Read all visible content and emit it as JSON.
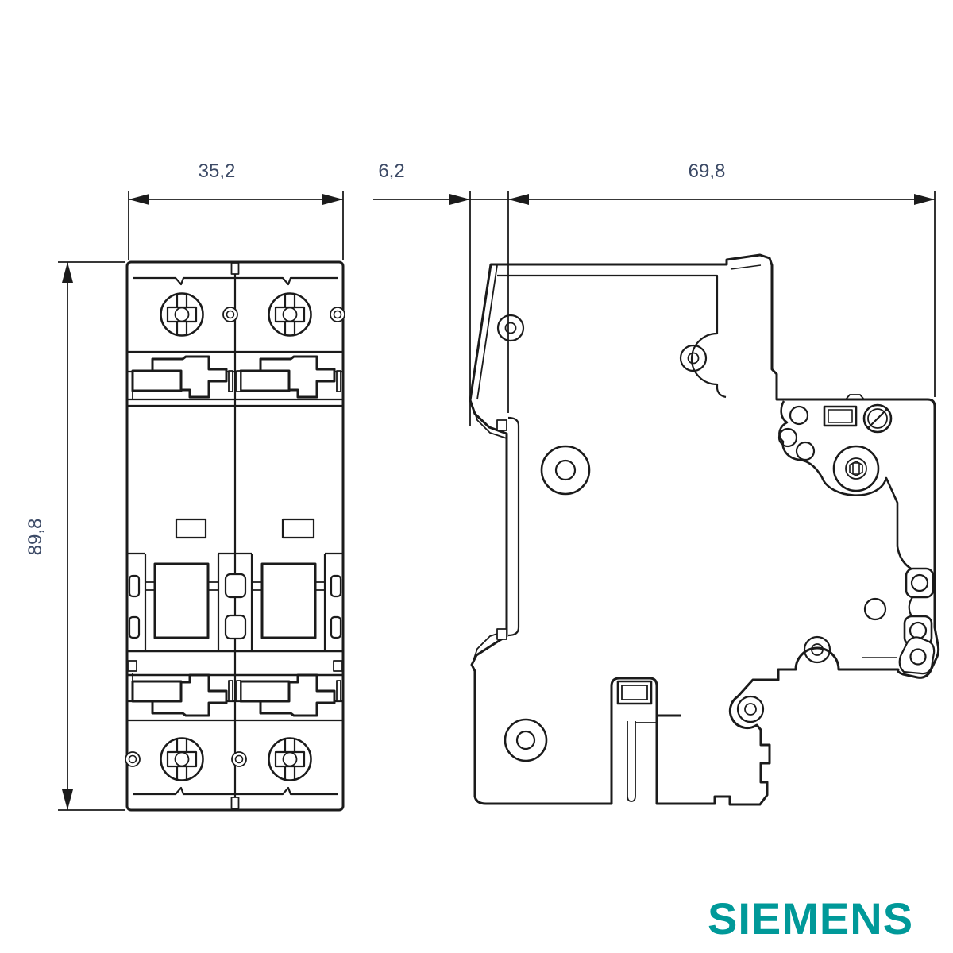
{
  "drawing": {
    "dimensions": {
      "front_width": "35,2",
      "rail_offset": "6,2",
      "depth": "69,8",
      "height": "89,8"
    },
    "logo": "SIEMENS",
    "colors": {
      "line": "#1b1b1b",
      "dimension_text": "#3c4a66",
      "logo_teal": "#009999",
      "background": "#ffffff"
    }
  }
}
